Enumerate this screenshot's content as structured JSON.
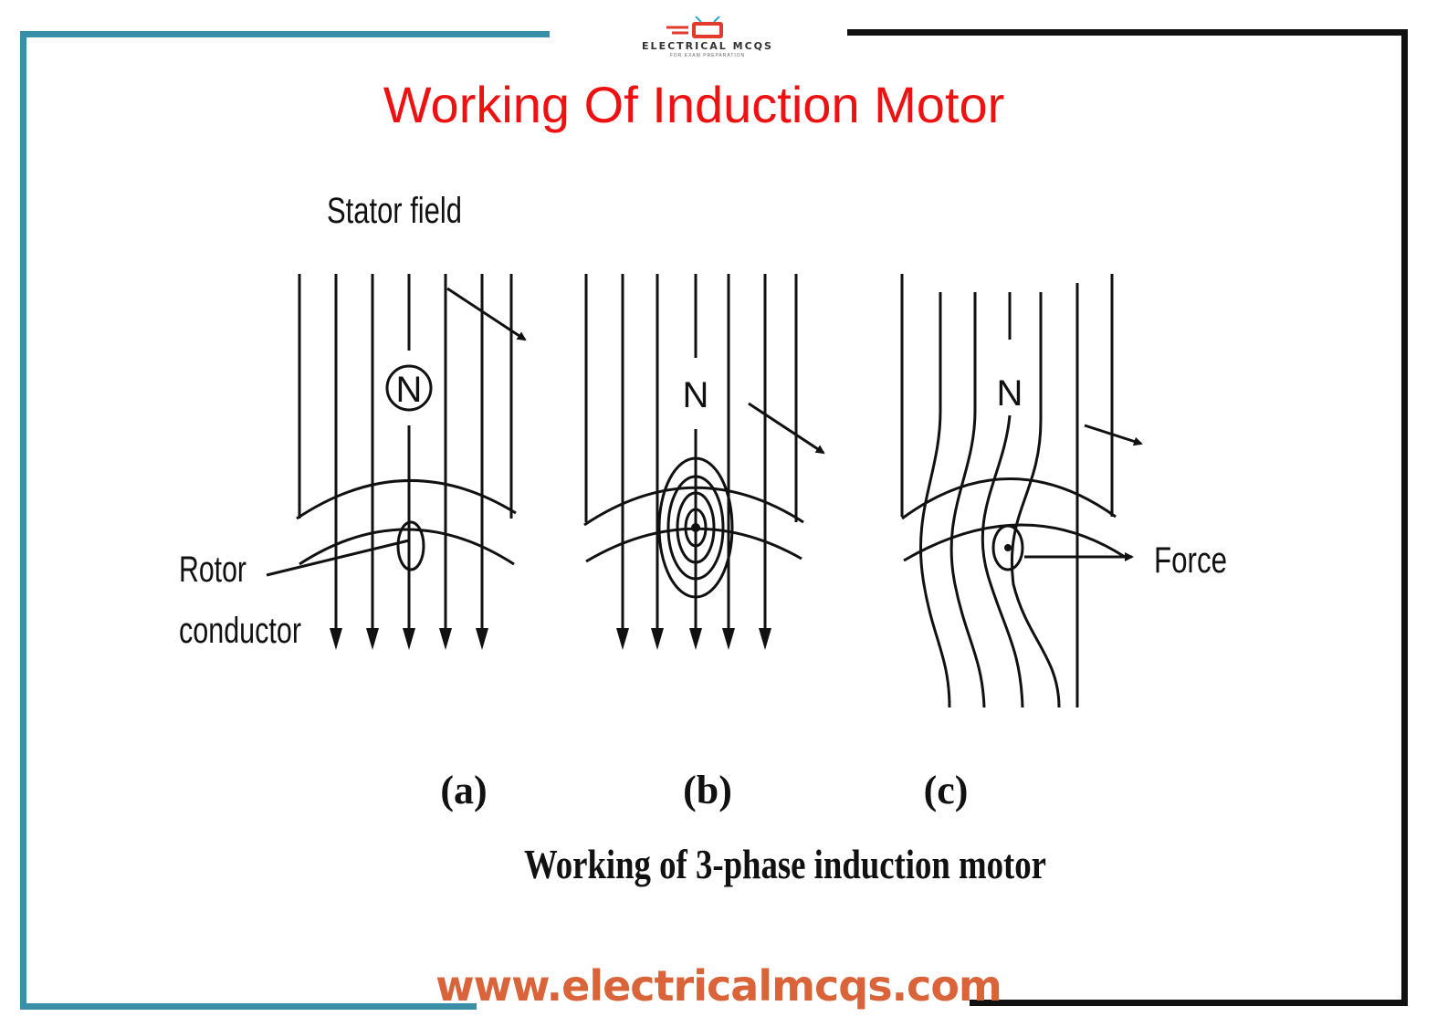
{
  "logo": {
    "text": "ELECTRICAL MCQS",
    "subtext": "FOR EXAM PREPARATION",
    "icon": "tv-icon"
  },
  "page_title": "Working Of Induction Motor",
  "diagram": {
    "stator_label": "Stator field",
    "rotor_label_line1": "Rotor",
    "rotor_label_line2": "conductor",
    "pole_label": "N",
    "force_label": "Force",
    "panel_labels": [
      "(a)",
      "(b)",
      "(c)"
    ],
    "caption": "Working of 3-phase induction motor"
  },
  "website": "www.electricalmcqs.com",
  "colors": {
    "title": "#ee1111",
    "frame_left": "#3a8fa8",
    "frame_right": "#111111",
    "website": "#d9643a"
  }
}
